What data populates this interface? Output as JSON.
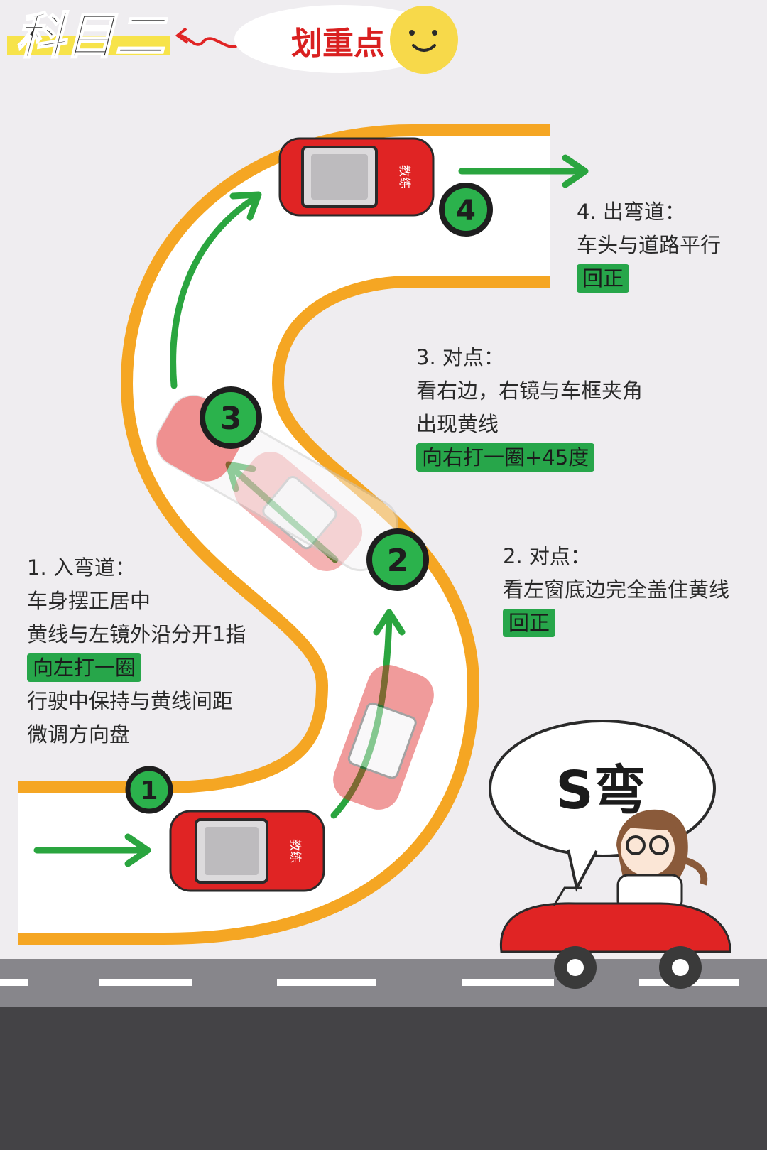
{
  "header": {
    "title": "科目二",
    "subtitle": "划重点"
  },
  "checkpoints": [
    "1",
    "2",
    "3",
    "4"
  ],
  "steps": [
    {
      "title": "1. 入弯道：",
      "lines": [
        "车身摆正居中",
        "黄线与左镜外沿分开1指"
      ],
      "highlight": "向左打一圈",
      "after": [
        "行驶中保持与黄线间距",
        "微调方向盘"
      ]
    },
    {
      "title": "2. 对点：",
      "lines": [
        "看左窗底边完全盖住黄线"
      ],
      "highlight": "回正",
      "after": []
    },
    {
      "title": "3. 对点：",
      "lines": [
        "看右边，右镜与车框夹角",
        "出现黄线"
      ],
      "highlight": "向右打一圈+45度",
      "after": []
    },
    {
      "title": "4. 出弯道：",
      "lines": [
        "车头与道路平行"
      ],
      "highlight": "回正",
      "after": []
    }
  ],
  "bubble": {
    "text": "S弯"
  },
  "car_label": "教练",
  "colors": {
    "road_edge": "#f5a623",
    "arrow": "#2aa53f",
    "car": "#e02424",
    "highlight": "#27a64a",
    "checkpoint": "#2bb24c"
  }
}
